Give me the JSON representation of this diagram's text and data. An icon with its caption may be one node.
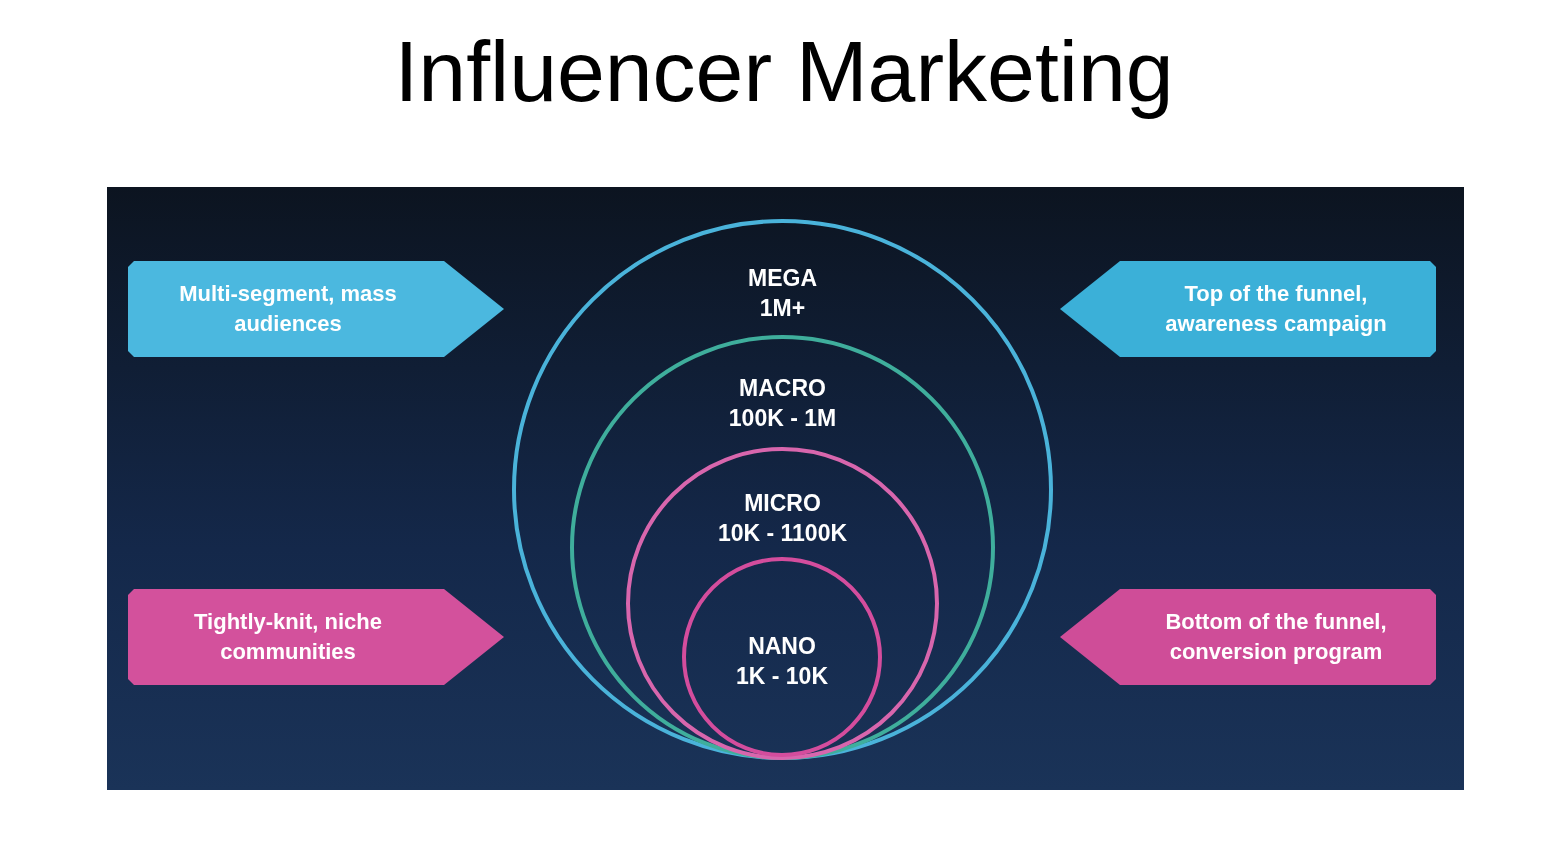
{
  "diagram": {
    "title": "Influencer Marketing",
    "nodes": [
      {
        "text": [
          "Multi-segment, mass audiences"
        ]
      },
      {
        "text": [
          "MEGA",
          "1M+"
        ]
      },
      {
        "text": [
          "MACRO",
          "100K - 1M"
        ],
        "in": 1
      },
      {
        "text": [
          "MICRO",
          "10K - 1100K"
        ],
        "in": 2
      },
      {
        "text": [
          "NANO",
          "1K - 10K"
        ],
        "in": 3
      },
      {
        "text": [
          "Top of the funnel, awareness campaign"
        ]
      },
      {
        "text": [
          "Tightly-knit, niche communities"
        ]
      },
      {
        "text": [
          "Bottom of the funnel, conversion program"
        ]
      }
    ]
  }
}
